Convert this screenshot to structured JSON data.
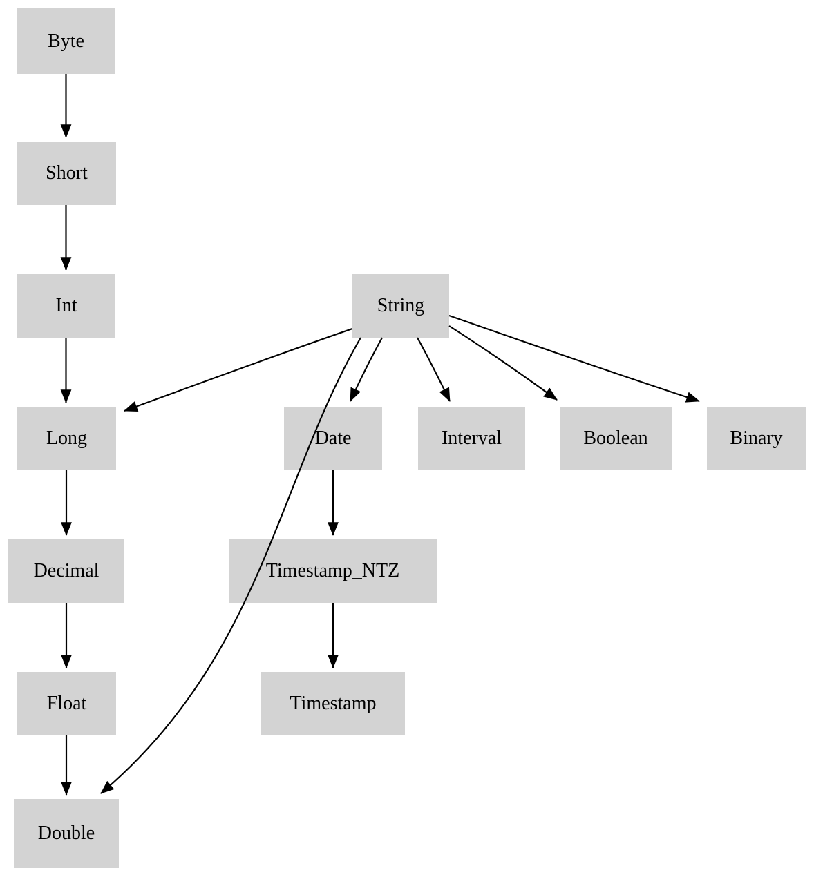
{
  "diagram": {
    "type": "directed-graph",
    "description": "Type precedence / implicit cast hierarchy diagram",
    "colors": {
      "background": "#ffffff",
      "node_fill": "#d3d3d3",
      "node_text": "#000000",
      "edge": "#000000"
    },
    "nodes": [
      {
        "id": "byte",
        "label": "Byte"
      },
      {
        "id": "short",
        "label": "Short"
      },
      {
        "id": "int",
        "label": "Int"
      },
      {
        "id": "string",
        "label": "String"
      },
      {
        "id": "long",
        "label": "Long"
      },
      {
        "id": "date",
        "label": "Date"
      },
      {
        "id": "interval",
        "label": "Interval"
      },
      {
        "id": "boolean",
        "label": "Boolean"
      },
      {
        "id": "binary",
        "label": "Binary"
      },
      {
        "id": "decimal",
        "label": "Decimal"
      },
      {
        "id": "timestamp_ntz",
        "label": "Timestamp_NTZ"
      },
      {
        "id": "float",
        "label": "Float"
      },
      {
        "id": "timestamp",
        "label": "Timestamp"
      },
      {
        "id": "double",
        "label": "Double"
      }
    ],
    "edges": [
      {
        "from": "Byte",
        "to": "Short"
      },
      {
        "from": "Short",
        "to": "Int"
      },
      {
        "from": "Int",
        "to": "Long"
      },
      {
        "from": "Long",
        "to": "Decimal"
      },
      {
        "from": "Decimal",
        "to": "Float"
      },
      {
        "from": "Float",
        "to": "Double"
      },
      {
        "from": "String",
        "to": "Long"
      },
      {
        "from": "String",
        "to": "Double"
      },
      {
        "from": "String",
        "to": "Date"
      },
      {
        "from": "String",
        "to": "Interval"
      },
      {
        "from": "String",
        "to": "Boolean"
      },
      {
        "from": "String",
        "to": "Binary"
      },
      {
        "from": "Date",
        "to": "Timestamp_NTZ"
      },
      {
        "from": "Timestamp_NTZ",
        "to": "Timestamp"
      }
    ]
  }
}
